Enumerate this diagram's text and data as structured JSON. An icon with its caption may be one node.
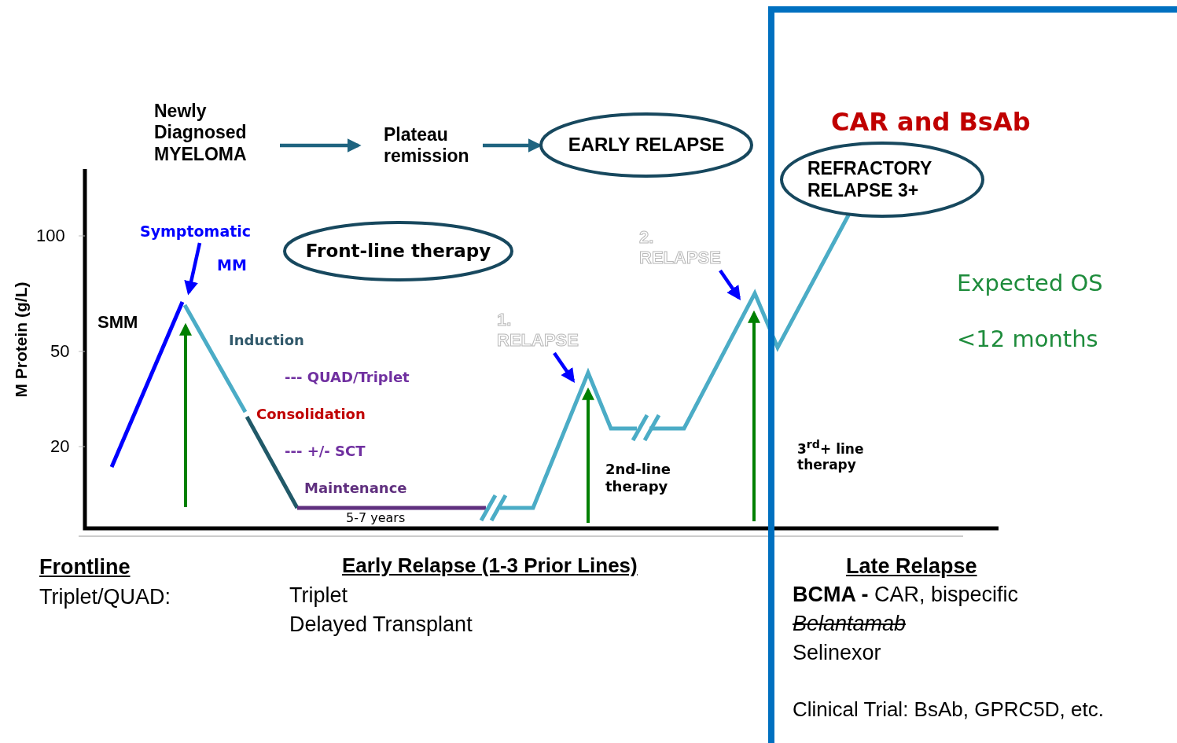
{
  "diagram": {
    "nodes": [
      {
        "text": [
          "Newly Diagnosed MYELOMA"
        ]
      },
      {
        "text": [
          "Plateau remission"
        ]
      },
      {
        "text": [
          "EARLY RELAPSE"
        ]
      },
      {
        "text": [
          "REFRACTORY RELAPSE 3+"
        ]
      },
      {
        "text": [
          "Front-line therapy"
        ]
      },
      {
        "text": [
          "Symptomatic"
        ]
      },
      {
        "text": [
          "1. RELAPSE"
        ]
      },
      {
        "text": [
          "2. RELAPSE"
        ]
      }
    ],
    "edges": [
      {
        "from": 0,
        "to": 1,
        "arrow": "to",
        "color": "#1f6480"
      },
      {
        "from": 1,
        "to": 2,
        "arrow": "to",
        "color": "#1f6480"
      },
      {
        "from": 5,
        "to": null,
        "arrow": "to"
      },
      {
        "from": 6,
        "to": null,
        "arrow": "to"
      },
      {
        "from": 7,
        "to": null,
        "arrow": "to"
      }
    ],
    "labels": [
      "CAR and BsAb",
      "100",
      "50",
      "20",
      "M Protein (g/L)",
      "SMM",
      "MM",
      "Induction",
      "--- QUAD/Triplet",
      "Consolidation",
      "--- +/- SCT",
      "Maintenance",
      "5-7 years",
      "2nd-line therapy",
      "3$^{rd}$+ line therapy",
      "Expected OS",
      "<12 months",
      "Frontline",
      "Triplet/QUAD:",
      "Early Relapse (1-3 Prior Lines)",
      "Triplet",
      "Delayed Transplant",
      "Late Relapse",
      "**BCMA  -** CAR, bispecific",
      "Belantamab",
      "Selinexor",
      "Clinical Trial: BsAb, GPRC5D, etc."
    ]
  }
}
